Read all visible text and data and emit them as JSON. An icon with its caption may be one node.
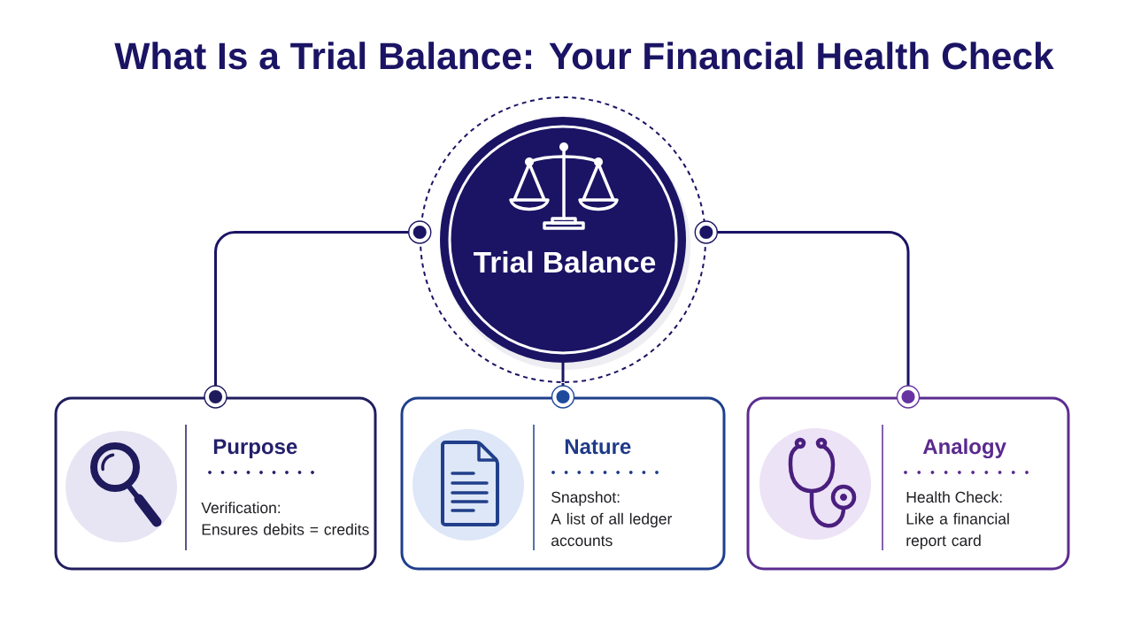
{
  "diagram": {
    "title": "What Is a Trial Balance: Your Financial Health Check",
    "nodes": [
      {
        "text": [
          "Trial Balance"
        ]
      },
      {
        "text": [
          "Purpose",
          "Verification:",
          "Ensures debits = credits"
        ]
      },
      {
        "text": [
          "Nature",
          "Snapshot:",
          "A list of all ledger accounts"
        ]
      },
      {
        "text": [
          "Analogy",
          "Health Check:",
          "Like a financial report card"
        ]
      }
    ],
    "edges": [
      {
        "from": 0,
        "to": 1,
        "arrow": "other"
      },
      {
        "from": 0,
        "to": 2,
        "arrow": "other"
      },
      {
        "from": 0,
        "to": 3,
        "arrow": "other"
      }
    ]
  }
}
